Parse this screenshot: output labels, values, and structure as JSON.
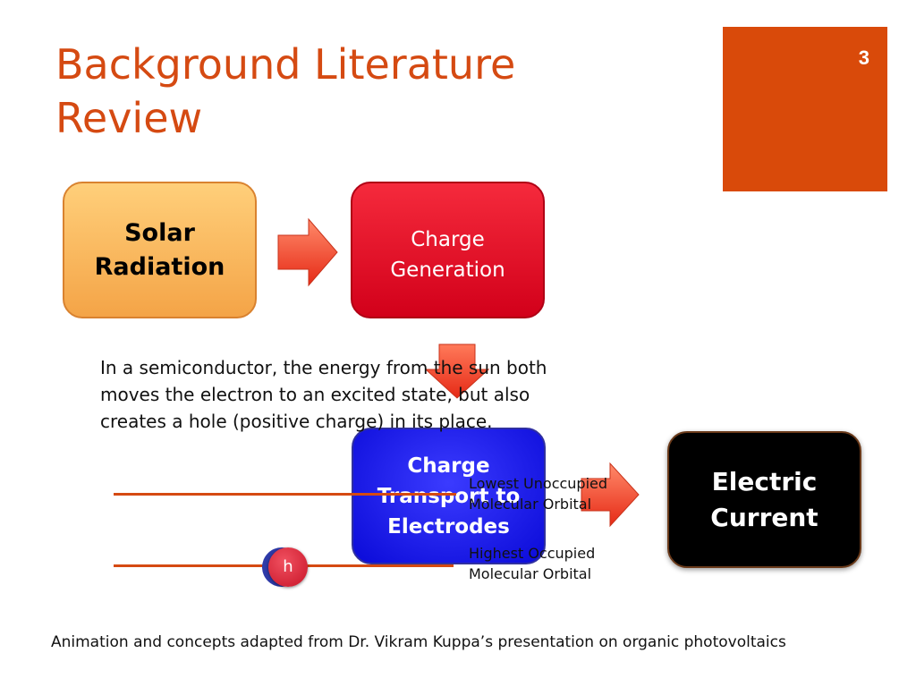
{
  "slide": {
    "title_line1": "Background Literature",
    "title_line2": "Review",
    "page_number": "3"
  },
  "flow": {
    "solar_line1": "Solar",
    "solar_line2": "Radiation",
    "generation_line1": "Charge",
    "generation_line2": "Generation",
    "transport_line1": "Charge",
    "transport_line2": "Transport to",
    "transport_line3": "Electrodes",
    "current_line1": "Electric",
    "current_line2": "Current"
  },
  "explanation": "In a semiconductor, the energy from the sun both moves the electron to an excited state, but also creates a hole (positive charge) in its place.",
  "orbitals": {
    "lumo_line1": "Lowest Unoccupied",
    "lumo_line2": "Molecular Orbital",
    "homo_line1": "Highest Occupied",
    "homo_line2": "Molecular Orbital",
    "hole_label": "h"
  },
  "footer": "Animation and concepts adapted from Dr. Vikram Kuppa’s presentation on organic photovoltaics",
  "colors": {
    "title": "#d54a12",
    "page_box": "#d94a0a",
    "arrow": "#f03a22",
    "solar": "#f9b35a",
    "generation": "#e0001e",
    "transport": "#1515e6",
    "current": "#000000"
  }
}
